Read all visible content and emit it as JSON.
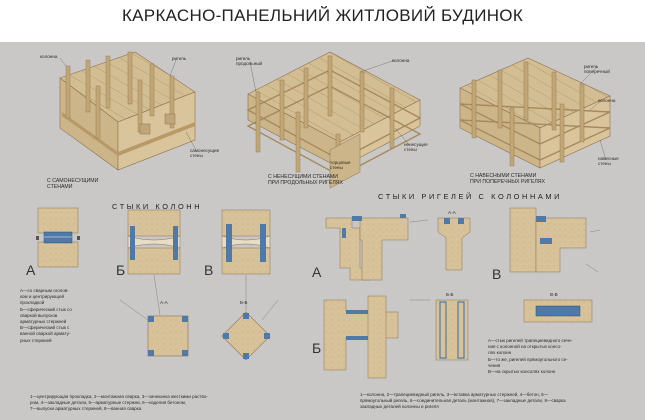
{
  "title": "КАРКАСНО-ПАНЕЛЬНИЙ ЖИТЛОВИЙ БУДИНОК",
  "colors": {
    "wood": "#d7c29a",
    "wood_dark": "#b89a68",
    "steel": "#4f79a8",
    "board": "#c9c8c6",
    "line": "#6b5a45"
  },
  "buildings": {
    "b1": {
      "caption": "С САМОНЕСУЩИМИ\nСТЕНАМИ",
      "labels": [
        "колонна",
        "ригель",
        "самонесущие\nстены"
      ]
    },
    "b2": {
      "caption": "С НЕНЕСУЩИМИ СТЕНАМИ\nПРИ ПРОДОЛЬНЫХ РИГЕЛЯХ",
      "labels": [
        "ригель\nпродольный",
        "колонна",
        "ненесущие\nстены",
        "торцовые\nстены"
      ]
    },
    "b3": {
      "caption": "С НАВЕСНЫМИ СТЕНАМИ\nПРИ ПОПЕРЕЧНЫХ РИГЕЛЯХ",
      "labels": [
        "ригель\nпоперечный",
        "колонна",
        "навесные\nстены"
      ]
    }
  },
  "columns_section": {
    "heading": "СТЫКИ КОЛОНН",
    "letters": [
      "А",
      "Б",
      "В"
    ],
    "sections": [
      "А-А",
      "Б-Б"
    ],
    "legend_text": "А—со сварным оголов-\nком и центрирующей\nпрокладкой\nБ—сферический стык со\nсваркой выпусков\nарматурных стержней\nВ—сферический стык с\nванной сваркой армату-\nрных стержней",
    "footer": "1—центрирующая прокладка, 2—монтажная сварка, 3—зачеканка жесткими раство-\nром, 4—закладные детали, 5—арматурные стержни, 6—изделия бетоном,\n7—выпуски арматурных стержней, 8—ванная сварка"
  },
  "girders_section": {
    "heading": "СТЫКИ РИГЕЛЕЙ С КОЛОННАМИ",
    "letters": [
      "А",
      "Б",
      "В"
    ],
    "sections": [
      "А-А",
      "Б-Б",
      "В-В"
    ],
    "legend_text": "А—стык ригелей трапециевидного сече-\nния с колонной на открытых консо-\nлях колонн\nБ—то же, ригелей прямоугольного се-\nчения\nВ—на скрытых консолях колонн",
    "footer": "1—колонна, 2—трапециевидный ригель, 3—вставка арматурных стержней, 4—бетон, 5—\nпрямоугольный ригель, 6—соединительная деталь (монтажная), 7—закладные детали, 8—сварка\nзакладных деталей колонны и ригеля"
  }
}
